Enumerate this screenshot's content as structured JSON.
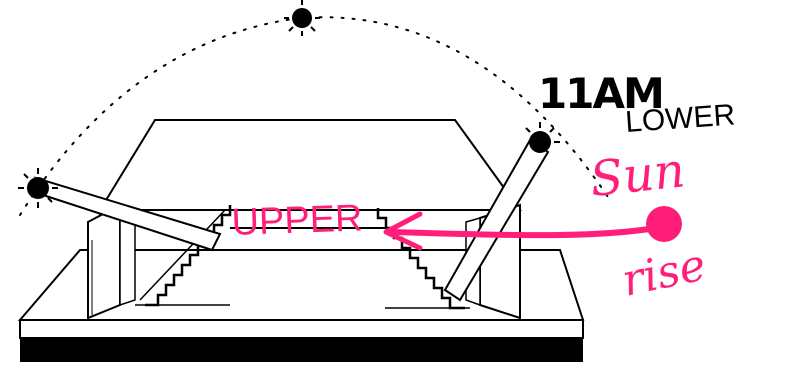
{
  "annotations": {
    "time_label": "11AM",
    "lower_label": "LOWER",
    "upper_label": "UPPER",
    "sun_label": "Sun",
    "rise_label": "rise"
  },
  "colors": {
    "ink": "#000000",
    "marker_pink": "#ff1f7a",
    "paper": "#ffffff"
  },
  "icons": [
    "sun-icon",
    "arrow-icon"
  ]
}
